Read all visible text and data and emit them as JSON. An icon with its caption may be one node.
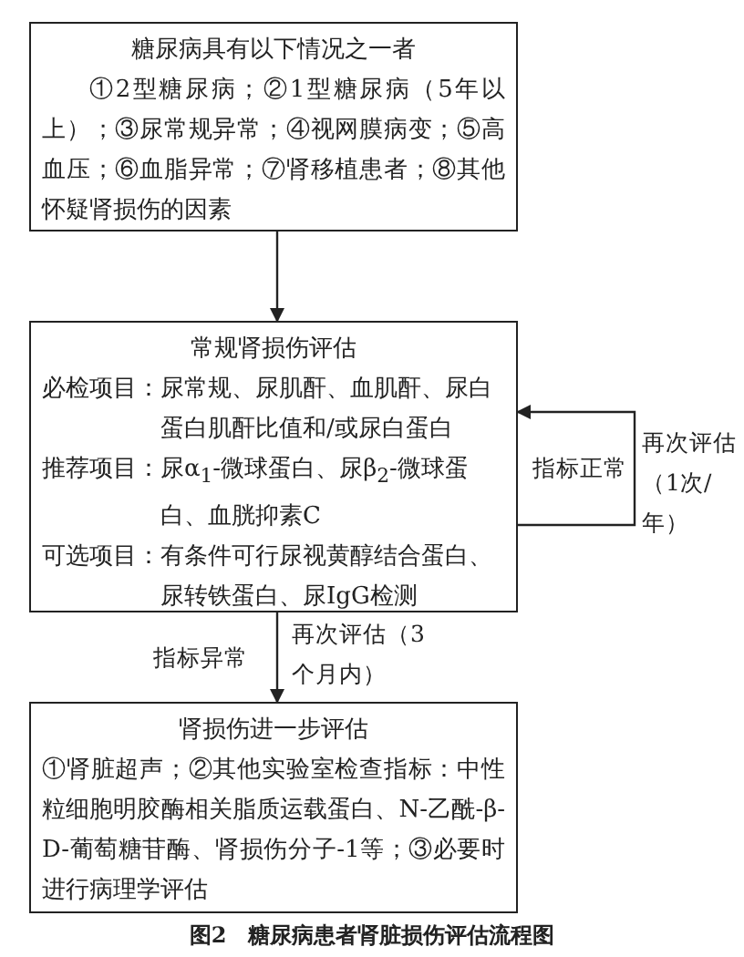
{
  "diagram": {
    "caption": "图2　糖尿病患者肾脏损伤评估流程图",
    "nodes": [
      {
        "text": [
          "糖尿病具有以下情况之一者",
          "①2型糖尿病；②1型糖尿病（5年以上）；③尿常规异常；④视网膜病变；⑤高血压；⑥血脂异常；⑦肾移植患者；⑧其他怀疑肾损伤的因素"
        ]
      },
      {
        "text": [
          "常规肾损伤评估",
          "必检项目：尿常规、尿肌酐、血肌酐、尿白蛋白肌酐比值和/或尿白蛋白",
          "推荐项目：尿α$_{1}$-微球蛋白、尿β$_{2}$-微球蛋白、血胱抑素C",
          "可选项目：有条件可行尿视黄醇结合蛋白、尿转铁蛋白、尿IgG检测"
        ]
      },
      {
        "text": [
          "肾损伤进一步评估",
          "①肾脏超声；②其他实验室检查指标：中性粒细胞明胶酶相关脂质运载蛋白、N-乙酰-β-D-葡萄糖苷酶、肾损伤分子-1等；③必要时进行病理学评估"
        ]
      }
    ],
    "edges": [
      {
        "from": 0,
        "to": 1,
        "arrow": "to"
      },
      {
        "from": 1,
        "to": 1,
        "arrow": "to",
        "label": "指标正常"
      },
      {
        "from": 1,
        "to": 2,
        "arrow": "to",
        "label": "指标异常"
      }
    ],
    "labels": [
      "再次评估（1次/年）",
      "再次评估（3个月内）"
    ]
  }
}
